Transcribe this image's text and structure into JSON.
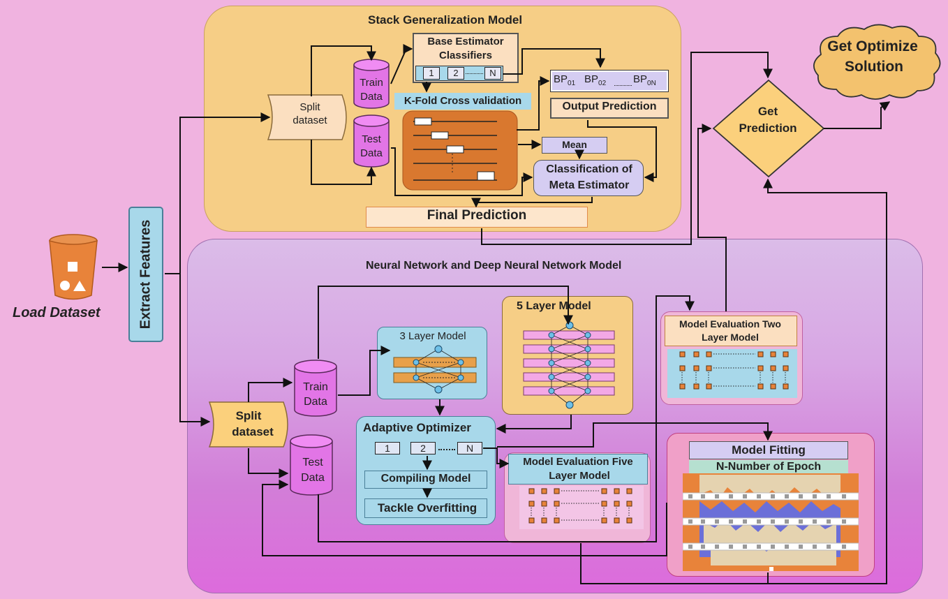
{
  "colors": {
    "background": "#f0b3e0",
    "stack_panel": "#f6ce86",
    "nn_panel": "#d98ae0",
    "cylinder": "#e275e6",
    "folds_panel": "#d9782f",
    "label_box": "#fbdfc0",
    "blue_box": "#a8d8ea",
    "lavender_box": "#d5cdf2",
    "orange_block": "#e8833a",
    "line": "#111111",
    "cloud": "#f3c26e"
  },
  "icons": {
    "load_dataset": "bucket-icon",
    "get_prediction": "decision-diamond",
    "get_optimize_solution": "cloud-shape",
    "train_data": "database-cylinder-icon",
    "test_data": "database-cylinder-icon"
  },
  "load_dataset": "Load Dataset",
  "extract_features": "Extract Features",
  "stack": {
    "title": "Stack Generalization Model",
    "split_line1": "Split",
    "split_line2": "dataset",
    "train_line1": "Train",
    "train_line2": "Data",
    "test_line1": "Test",
    "test_line2": "Data",
    "base_estimator_line1": "Base Estimator",
    "base_estimator_line2": "Classifiers",
    "base_items": [
      "1",
      "2",
      "N"
    ],
    "kfold": "K-Fold Cross validation",
    "bp": [
      {
        "base": "BP",
        "sub": "01"
      },
      {
        "base": "BP",
        "sub": "02"
      },
      {
        "base": "BP",
        "sub": "0N"
      }
    ],
    "output_prediction": "Output Prediction",
    "mean": "Mean",
    "meta_line1": "Classification of",
    "meta_line2": "Meta Estimator",
    "final_prediction": "Final Prediction"
  },
  "get_prediction_line1": "Get",
  "get_prediction_line2": "Prediction",
  "optimize_line1": "Get Optimize",
  "optimize_line2": "Solution",
  "nn": {
    "title": "Neural Network and Deep Neural Network  Model",
    "split_line1": "Split",
    "split_line2": "dataset",
    "train_line1": "Train",
    "train_line2": "Data",
    "test_line1": "Test",
    "test_line2": "Data",
    "three_layer": "3 Layer Model",
    "five_layer": "5 Layer  Model",
    "adaptive_optimizer": "Adaptive Optimizer",
    "optimizer_items": [
      "1",
      "2",
      "N"
    ],
    "compiling_model": "Compiling Model",
    "tackle_overfitting": "Tackle Overfitting",
    "eval_two_line1": "Model Evaluation Two",
    "eval_two_line2": "Layer Model",
    "eval_five_line1": "Model Evaluation Five",
    "eval_five_line2": "Layer Model",
    "model_fitting": "Model Fitting",
    "n_epoch": "N-Number of Epoch"
  }
}
